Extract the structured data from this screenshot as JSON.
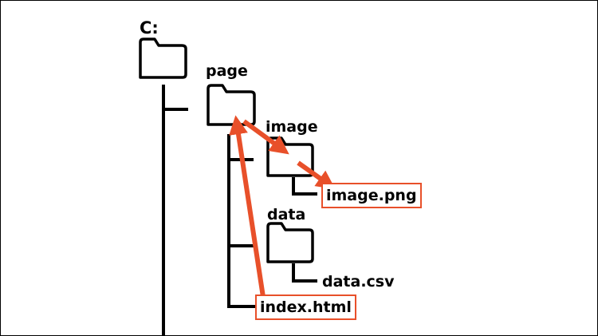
{
  "labels": {
    "root": "C:",
    "page": "page",
    "image_folder": "image",
    "image_file": "image.png",
    "data_folder": "data",
    "data_file": "data.csv",
    "index_file": "index.html"
  },
  "colors": {
    "line": "#000000",
    "arrow": "#e8502a",
    "highlight_border": "#e8502a"
  },
  "icons": {
    "folder": "folder-icon",
    "arrow": "arrow-icon"
  }
}
